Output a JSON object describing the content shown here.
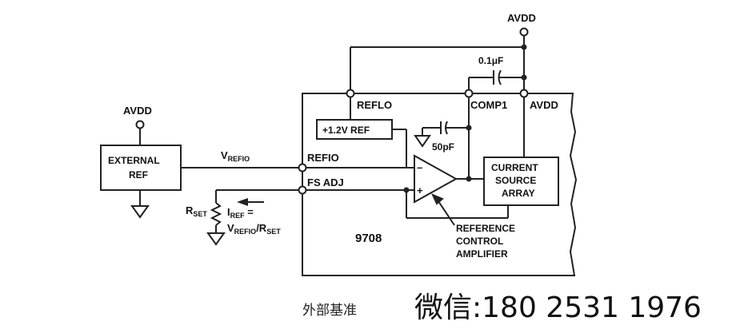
{
  "labels": {
    "avdd_top": "AVDD",
    "cap_01": "0.1",
    "cap_01_unit": "F",
    "mu": "μ",
    "reflo": "REFLO",
    "comp1": "COMP1",
    "avdd_pin": "AVDD",
    "ref_12": "+1.2V REF",
    "cap_50": "50pF",
    "avdd_left": "AVDD",
    "ext_ref_1": "EXTERNAL",
    "ext_ref_2": "REF",
    "v_main": "V",
    "v_sub": "REFIO",
    "refio": "REFIO",
    "fsadj": "FS ADJ",
    "csa_1": "CURRENT",
    "csa_2": "SOURCE",
    "csa_3": "ARRAY",
    "rset_main": "R",
    "rset_sub": "SET",
    "iref_main": "I",
    "iref_sub": "REF",
    "iref_eq": " =",
    "vr_main": "V",
    "vr_sub": "REFIO",
    "vr_slash": "/R",
    "vr_sub2": "SET",
    "chip": "9708",
    "rca_1": "REFERENCE",
    "rca_2": "CONTROL",
    "rca_3": "AMPLIFIER",
    "minus": "–",
    "plus": "+"
  },
  "caption": "外部基准",
  "watermark": "微信:180 2531 1976"
}
